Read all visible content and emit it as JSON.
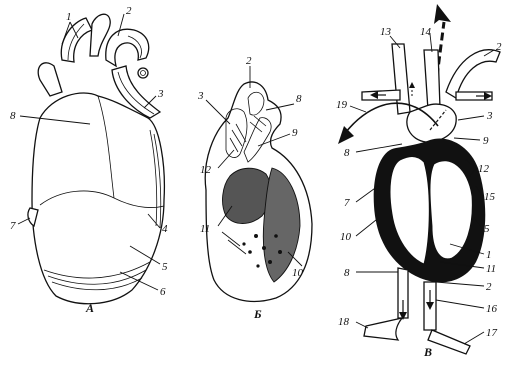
{
  "figure": {
    "captions": {
      "a": "А",
      "b": "Б",
      "c": "В"
    },
    "panel_a": {
      "labels": [
        "1",
        "2",
        "3",
        "4",
        "5",
        "6",
        "7",
        "8"
      ]
    },
    "panel_b": {
      "labels": [
        "2",
        "3",
        "8",
        "9",
        "10",
        "11",
        "12"
      ]
    },
    "panel_c": {
      "labels": [
        "13",
        "14",
        "2",
        "19",
        "3",
        "9",
        "8",
        "12",
        "7",
        "15",
        "5",
        "10",
        "1",
        "11",
        "8",
        "2",
        "16",
        "18",
        "17"
      ]
    }
  }
}
